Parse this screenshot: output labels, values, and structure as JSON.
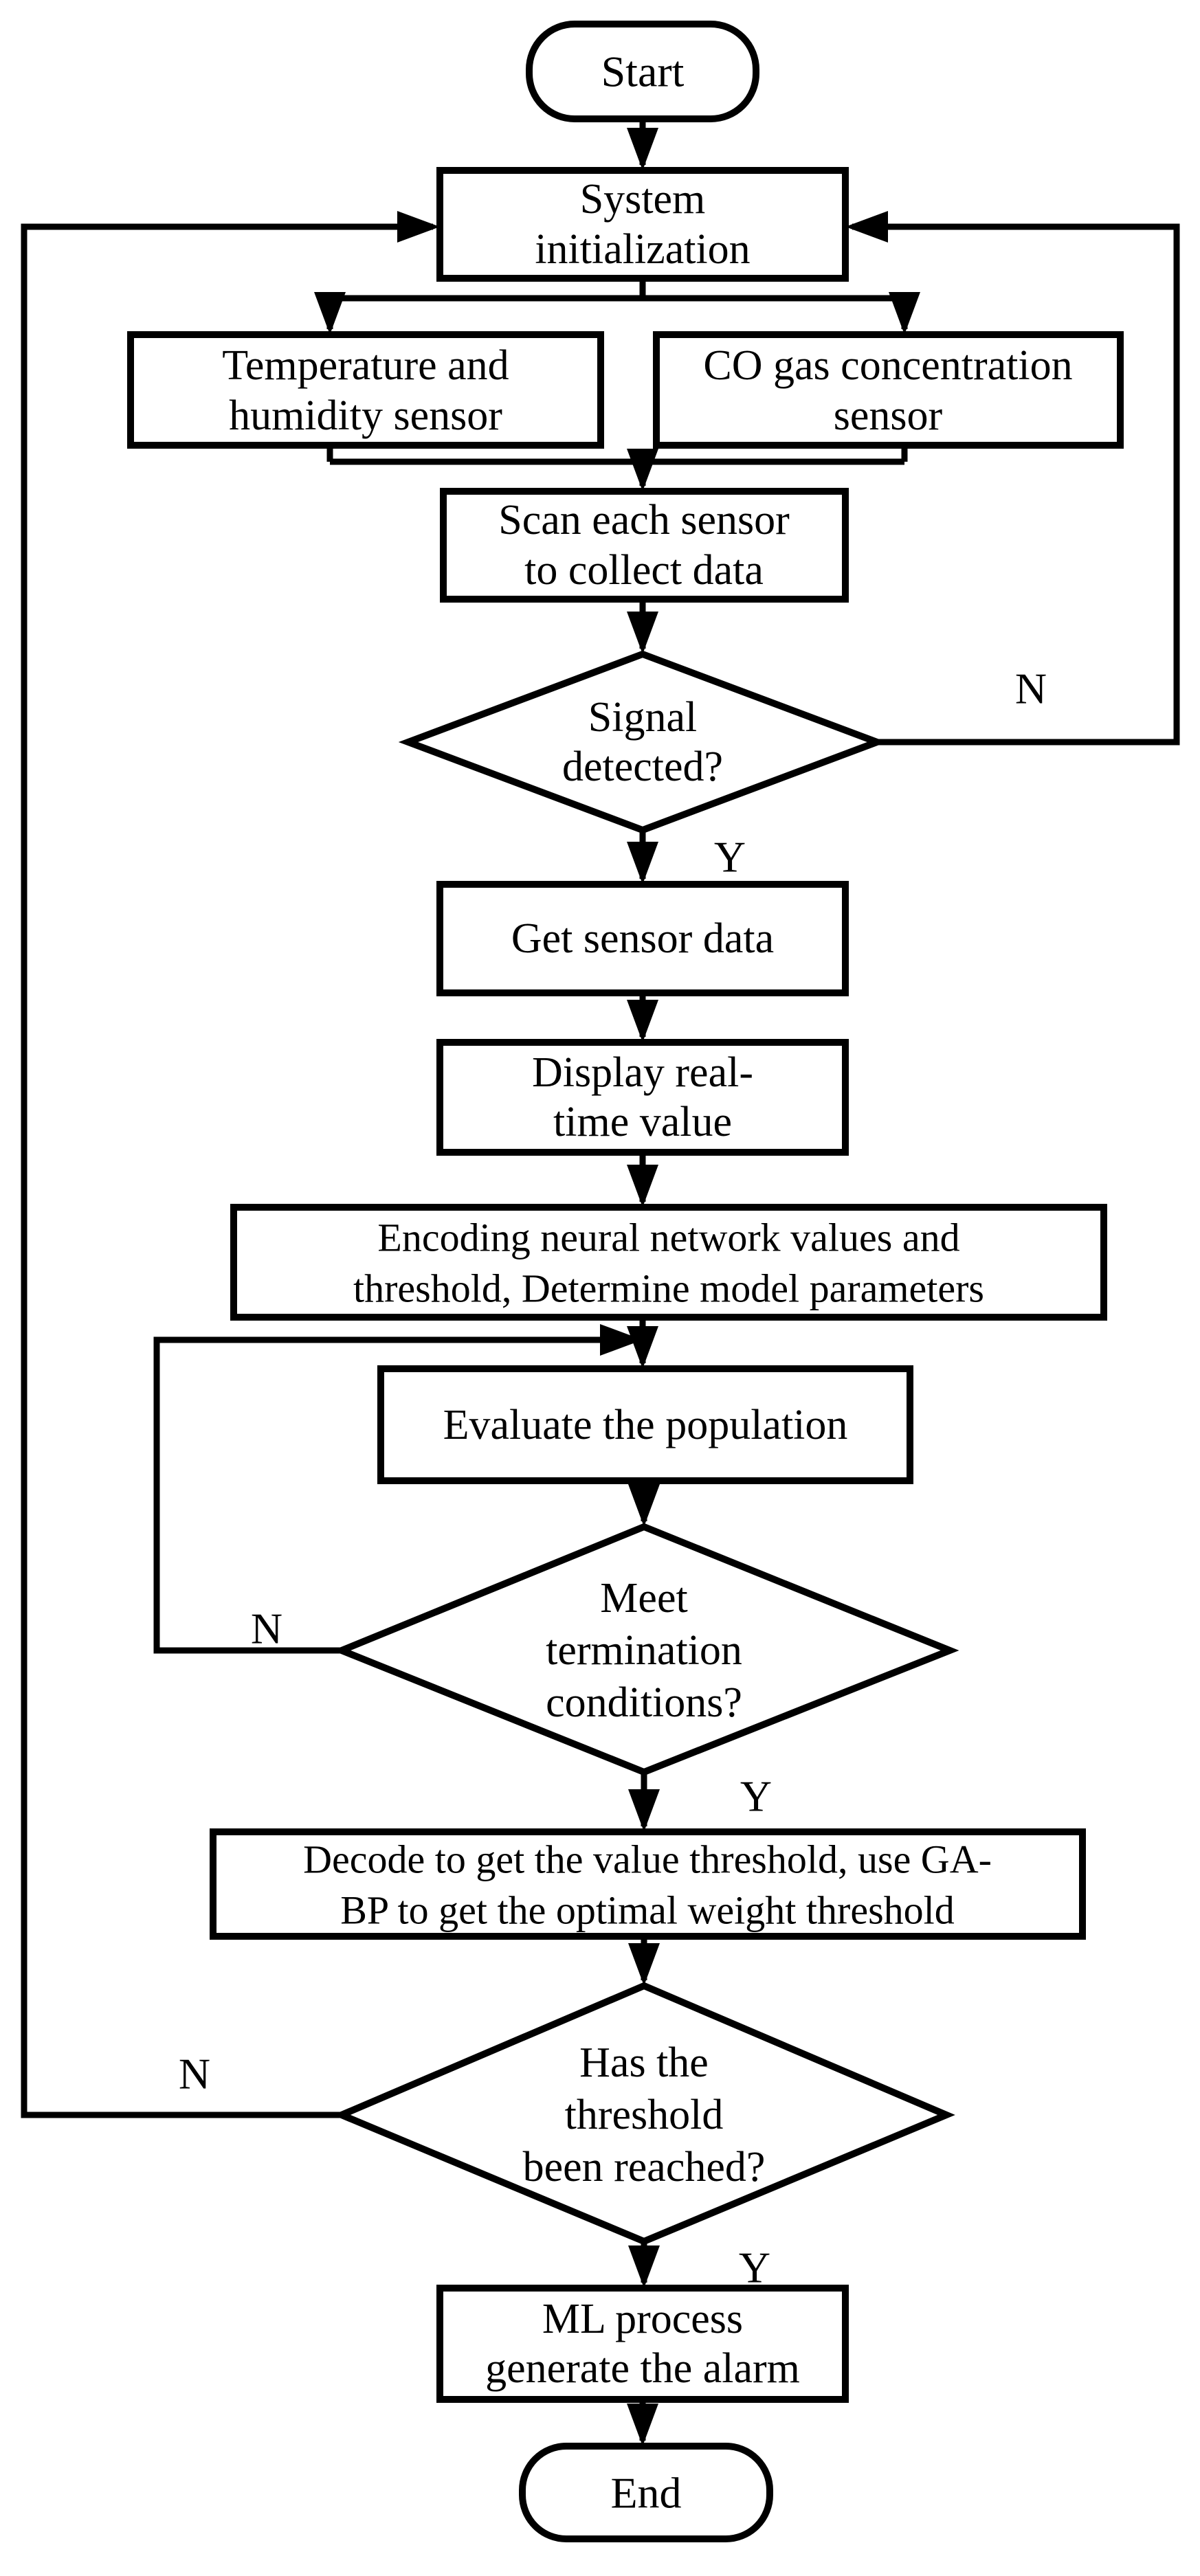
{
  "theme": {
    "background": "#ffffff",
    "line_color": "#000000",
    "text_color": "#000000"
  },
  "flowchart": {
    "nodes": {
      "start": {
        "shape": "terminator",
        "lines": [
          "Start"
        ]
      },
      "system_initialization": {
        "shape": "process",
        "lines": [
          "System",
          "initialization"
        ]
      },
      "temperature_humidity_sensor": {
        "shape": "process",
        "lines": [
          "Temperature and",
          "humidity sensor"
        ]
      },
      "co_gas_sensor": {
        "shape": "process",
        "lines": [
          "CO gas concentration",
          "sensor"
        ]
      },
      "scan_sensors": {
        "shape": "process",
        "lines": [
          "Scan each sensor",
          "to collect data"
        ]
      },
      "signal_detected": {
        "shape": "decision",
        "lines": [
          "Signal",
          "detected?"
        ]
      },
      "get_sensor_data": {
        "shape": "process",
        "lines": [
          "Get sensor data"
        ]
      },
      "display_realtime_value": {
        "shape": "process",
        "lines": [
          "Display real-",
          "time value"
        ]
      },
      "encode_network": {
        "shape": "process",
        "lines": [
          "Encoding neural network values and",
          "threshold, Determine model parameters"
        ]
      },
      "evaluate_population": {
        "shape": "process",
        "lines": [
          "Evaluate the population"
        ]
      },
      "meet_termination": {
        "shape": "decision",
        "lines": [
          "Meet",
          "termination",
          "conditions?"
        ]
      },
      "decode_threshold": {
        "shape": "process",
        "lines": [
          "Decode to get the value threshold, use GA-",
          "BP to get the optimal weight threshold"
        ]
      },
      "threshold_reached": {
        "shape": "decision",
        "lines": [
          "Has the",
          "threshold",
          "been reached?"
        ]
      },
      "ml_alarm": {
        "shape": "process",
        "lines": [
          "ML process",
          "generate the alarm"
        ]
      },
      "end": {
        "shape": "terminator",
        "lines": [
          "End"
        ]
      }
    },
    "branch_labels": {
      "signal_detected_no": "N",
      "signal_detected_yes": "Y",
      "meet_termination_no": "N",
      "meet_termination_yes": "Y",
      "threshold_reached_no": "N",
      "threshold_reached_yes": "Y"
    }
  }
}
